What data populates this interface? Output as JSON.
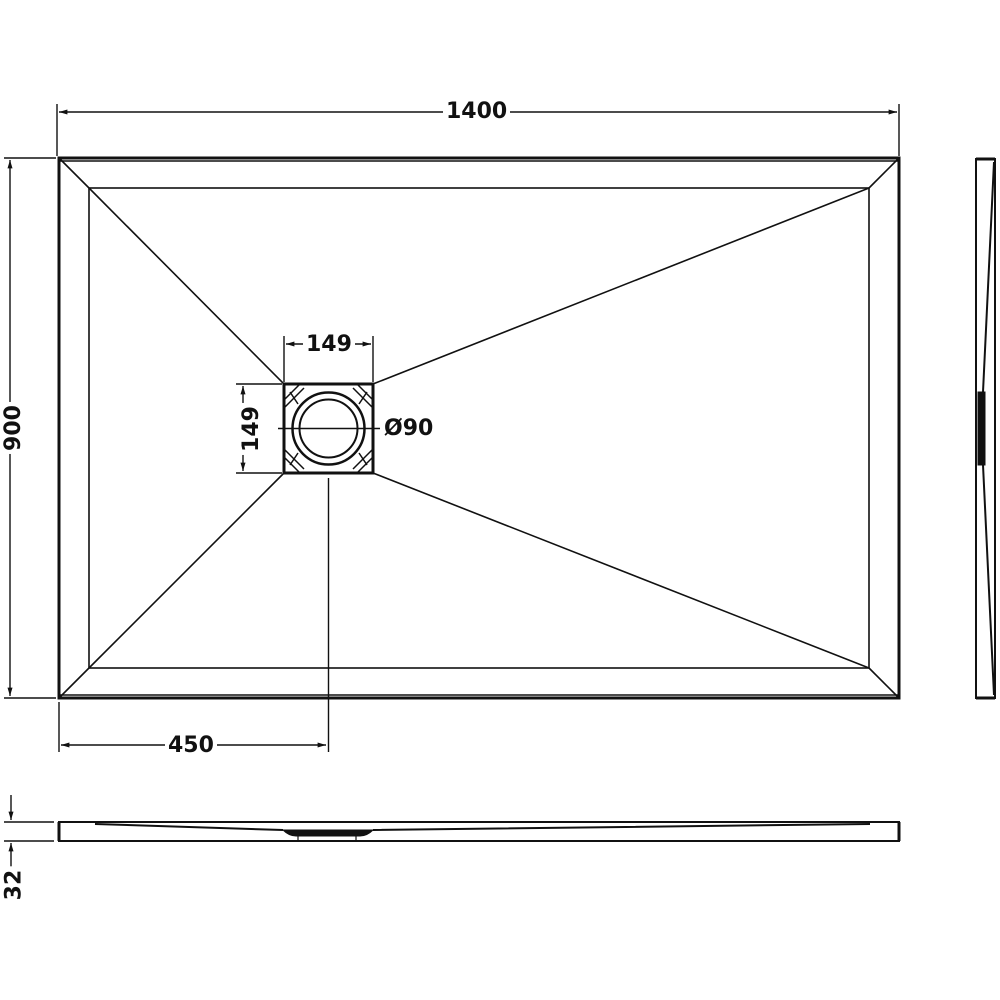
{
  "drawing": {
    "subject": "shower tray technical drawing",
    "line_color": "#111111",
    "background": "#ffffff"
  },
  "dimensions": {
    "length": "1400",
    "width": "900",
    "waste_width": "149",
    "waste_height": "149",
    "waste_diameter": "Ø90",
    "waste_offset": "450",
    "tray_height": "32"
  },
  "views": [
    "plan-view",
    "side-elevation",
    "front-elevation"
  ]
}
